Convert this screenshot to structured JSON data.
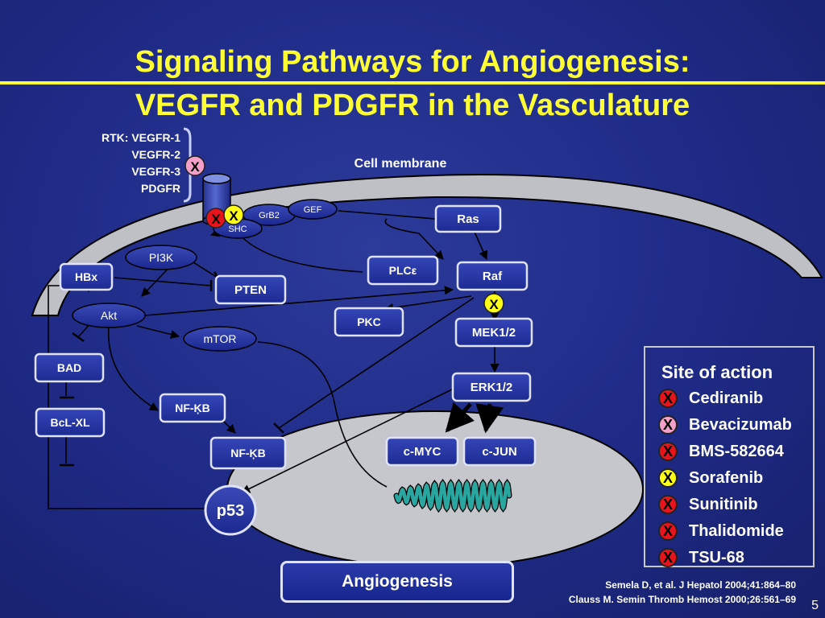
{
  "title": {
    "line1": "Signaling Pathways for Angiogenesis:",
    "line2": "VEGFR and PDGFR in the Vasculature"
  },
  "rtk": {
    "line1": "RTK: VEGFR-1",
    "line2": "VEGFR-2",
    "line3": "VEGFR-3",
    "line4": "PDGFR"
  },
  "membrane_label": "Cell membrane",
  "nodes": {
    "grb2": "GrB2",
    "gef": "GEF",
    "shc": "SHC",
    "ras": "Ras",
    "pi3k": "PI3K",
    "hbx": "HBx",
    "pten": "PTEN",
    "plce": "PLCε",
    "raf": "Raf",
    "akt": "Akt",
    "pkc": "PKC",
    "mek": "MEK1/2",
    "mtor": "mTOR",
    "bad": "BAD",
    "erk": "ERK1/2",
    "nfkb_cyto": "NF-ĶB",
    "bclxl": "BcL-XL",
    "nfkb_nuc": "NF-ĶB",
    "cmyc": "c-MYC",
    "cjun": "c-JUN",
    "p53": "p53"
  },
  "x_mark": "X",
  "output_label": "Angiogenesis",
  "legend": {
    "title": "Site of action",
    "items": [
      {
        "name": "Cediranib",
        "color": "#e8141c"
      },
      {
        "name": "Bevacizumab",
        "color": "#f4a0c8"
      },
      {
        "name": "BMS-582664",
        "color": "#e8141c"
      },
      {
        "name": "Sorafenib",
        "color": "#ffff1a"
      },
      {
        "name": "Sunitinib",
        "color": "#e8141c"
      },
      {
        "name": "Thalidomide",
        "color": "#e8141c"
      },
      {
        "name": "TSU-68",
        "color": "#e8141c"
      }
    ]
  },
  "citations": {
    "line1": "Semela D, et al. J Hepatol 2004;41:864–80",
    "line2": "Clauss M. Semin Thromb Hemost 2000;26:561–69"
  },
  "page_number": "5",
  "colors": {
    "title": "#ffff33",
    "x_red": "#e8141c",
    "x_pink": "#f4a0c8",
    "x_yellow": "#ffff1a",
    "dna": "#2aa6a0"
  }
}
